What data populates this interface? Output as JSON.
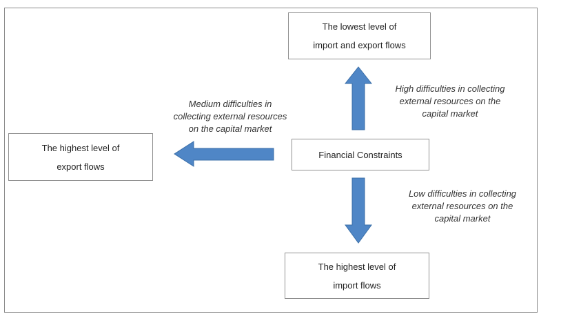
{
  "boxes": {
    "top": [
      "The lowest level of",
      "import and export flows"
    ],
    "left": [
      "The highest level of",
      "export flows"
    ],
    "center": [
      "Financial Constraints"
    ],
    "bottom": [
      "The highest level of",
      "import flows"
    ]
  },
  "labels": {
    "up": [
      "High difficulties in collecting",
      "external resources on the",
      "capital market"
    ],
    "left": [
      "Medium difficulties in",
      "collecting external resources",
      "on the capital market"
    ],
    "down": [
      "Low difficulties in collecting",
      "external resources on the",
      "capital market"
    ]
  },
  "colors": {
    "arrow": "#4f86c6",
    "arrow_edge": "#3b6fa8"
  }
}
